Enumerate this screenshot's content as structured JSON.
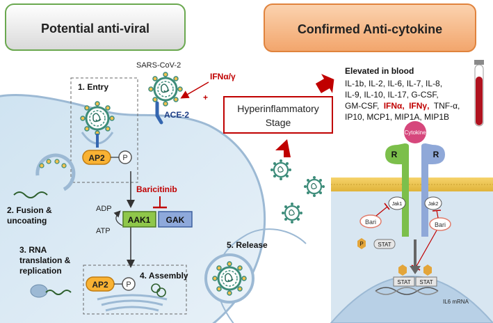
{
  "header": {
    "left_title": "Potential anti-viral",
    "right_title": "Confirmed Anti-cytokine"
  },
  "left_panel": {
    "virus_label": "SARS-CoV-2",
    "ifn_label": "IFNα/γ",
    "plus_sign": "+",
    "receptor_label": "ACE-2",
    "step_entry": "1. Entry",
    "ap2": "AP2",
    "p": "P",
    "step_fusion_line1": "2. Fusion &",
    "step_fusion_line2": "uncoating",
    "step_rna_line1": "3. RNA",
    "step_rna_line2": "translation &",
    "step_rna_line3": "replication",
    "adp": "ADP",
    "atp": "ATP",
    "drug": "Baricitinib",
    "aak1": "AAK1",
    "gak": "GAK",
    "step_assembly": "4. Assembly",
    "step_release": "5. Release"
  },
  "middle": {
    "stage_line1": "Hyperinflammatory",
    "stage_line2": "Stage"
  },
  "blood": {
    "heading": "Elevated in blood",
    "line1": "IL-1b, IL-2, IL-6, IL-7, IL-8,",
    "line2": "IL-9, IL-10, IL-17, G-CSF,",
    "line3_a": "GM-CSF,",
    "line3_ifna": "IFNα,",
    "line3_ifng": "IFNγ,",
    "line3_b": "TNF-α,",
    "line4": "IP10, MCP1, MIP1A, MIP1B"
  },
  "jak_stat": {
    "cytokine": "Cytokine",
    "receptor_left": "R",
    "receptor_right": "R",
    "jak1": "Jak1",
    "jak2": "Jak2",
    "bari_left": "Bari",
    "bari_right": "Bari",
    "p_small": "P",
    "stat_free": "STAT",
    "stat_dimer_left": "STAT",
    "stat_dimer_right": "STAT",
    "mrna": "IL6 mRNA"
  },
  "colors": {
    "left_header_border": "#6aa84f",
    "right_header_fill": "#f4a46a",
    "virus_green": "#3d8c7a",
    "spike_orange": "#f2c14e",
    "ap2_orange": "#f9b233",
    "aak1_green": "#8fc74a",
    "gak_blue": "#8ea9db",
    "red": "#c00000",
    "receptor_green": "#7cbf4b",
    "receptor_blue": "#8fa8d8",
    "cytokine_pink": "#d6477c"
  }
}
